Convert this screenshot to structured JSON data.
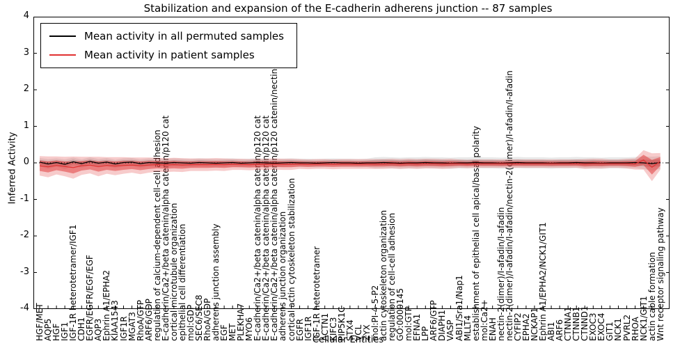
{
  "title": "Stabilization and expansion of the E-cadherin adherens junction -- 87 samples",
  "axes": {
    "xlabel": "Cellular Entities",
    "ylabel": "Inferred Activity",
    "yticks": [
      4,
      3,
      2,
      1,
      0,
      -1,
      -2,
      -3,
      -4
    ],
    "ylim": [
      -4,
      4
    ],
    "zero_line": "dotted"
  },
  "legend": {
    "items": [
      {
        "label": "Mean activity in all permuted samples",
        "color": "#000000"
      },
      {
        "label": "Mean activity in patient samples",
        "color": "#e03131"
      }
    ]
  },
  "chart_data": {
    "type": "line",
    "title": "Stabilization and expansion of the E-cadherin adherens junction -- 87 samples",
    "xlabel": "Cellular Entities",
    "ylabel": "Inferred Activity",
    "ylim": [
      -4,
      4
    ],
    "grid": false,
    "legend_position": "upper left",
    "x_categories": [
      "HGF/MET",
      "AQP5",
      "HGF",
      "IGF1",
      "IGF-1R heterotetramer/IGF1",
      "CDH1",
      "EGFR/EGFR/EGF/EGF",
      "AQP3",
      "Ephrin A1/EPHA2",
      "KIAA1543",
      "IGF1R",
      "MGAT3",
      "RhoA/GTP",
      "ARF6/GDP",
      "regulation of calcium-dependent cell-cell adhesion",
      "E-cadherin/Ca2+/beta catenin/alpha catenin/p120 cat",
      "cortical microtubule organization",
      "epithelial cell differentiation",
      "mol:GDP",
      "SEC6/SEC8",
      "RhoA/GDP",
      "adherens junction assembly",
      "EGF",
      "MET",
      "PLEKHA7",
      "MYO6",
      "E-cadherin/Ca2+/beta catenin/alpha catenin/p120 cat",
      "E-cadherin/Ca2+/beta catenin/alpha catenin/p120 cat",
      "E-cadherin/Ca2+/beta catenin/alpha catenin/p120 catenin/nectin-2",
      "adherens junction organization",
      "cortical actin cytoskeleton stabilization",
      "EGFR",
      "IGF1R",
      "IGF-1R heterotetramer",
      "ACTN1",
      "KIFC3",
      "PIP5K1C",
      "STX4",
      "VCL",
      "ZYX",
      "mol:PI-4-5-P2",
      "actin cytoskeleton organization",
      "regulation of cell-cell adhesion",
      "GO:0000145",
      "mol:GTP",
      "EFNA1",
      "LPP",
      "ARF6/GTP",
      "DIAPH1",
      "VASP",
      "ABI1/Sra1/Nap1",
      "MLLT4",
      "establishment of epithelial cell apical/basal polarity",
      "mol:Ca2+",
      "ENAH",
      "nectin-2(dimer)/I-afadin/I-afadin",
      "nectin-2(dimer)/I-afadin/I-afadin/nectin-2(dimer)/I-afadin/I-afadin",
      "CYFIP2",
      "EPHA2",
      "NCKAP1",
      "Ephrin A1/EPHA2/NCK1/GIT1",
      "ABI1",
      "ARF6",
      "CTNNA1",
      "CTNNB1",
      "CTNND1",
      "EXOC3",
      "EXOC4",
      "GIT1",
      "NCK1",
      "PVRL2",
      "RHOA",
      "NCK1/GIT1",
      "actin cable formation",
      "Wnt receptor signaling pathway"
    ],
    "series": [
      {
        "name": "Mean activity in all permuted samples",
        "color": "#000000",
        "band_fill_inner": "rgba(130,130,130,0.35)",
        "band_fill_outer": "rgba(130,130,130,0.18)",
        "values": [
          0.02,
          -0.03,
          0.01,
          -0.04,
          0.03,
          -0.02,
          0.04,
          -0.01,
          0.02,
          -0.03,
          0.01,
          0.02,
          -0.02,
          0.01,
          0.0,
          -0.01,
          0.01,
          0.0,
          -0.01,
          0.01,
          0.0,
          -0.01,
          0.0,
          0.01,
          -0.01,
          0.0,
          0.01,
          0.0,
          -0.01,
          0.0,
          0.01,
          0.0,
          0.0,
          -0.01,
          0.0,
          0.01,
          0.0,
          0.0,
          -0.01,
          0.0,
          0.0,
          0.01,
          0.0,
          -0.01,
          0.0,
          0.0,
          0.01,
          0.0,
          0.0,
          -0.01,
          0.0,
          0.0,
          0.01,
          0.0,
          0.0,
          -0.01,
          0.0,
          0.01,
          0.0,
          0.0,
          0.0,
          -0.01,
          0.0,
          0.0,
          0.01,
          0.0,
          0.0,
          -0.01,
          0.0,
          0.0,
          0.0,
          0.01,
          0.0,
          -0.02,
          0.01
        ],
        "std": [
          0.06,
          0.07,
          0.06,
          0.07,
          0.06,
          0.06,
          0.06,
          0.06,
          0.06,
          0.06,
          0.06,
          0.06,
          0.06,
          0.06,
          0.06,
          0.06,
          0.06,
          0.06,
          0.06,
          0.06,
          0.06,
          0.06,
          0.06,
          0.06,
          0.06,
          0.06,
          0.06,
          0.06,
          0.06,
          0.06,
          0.06,
          0.06,
          0.06,
          0.06,
          0.06,
          0.06,
          0.06,
          0.06,
          0.06,
          0.06,
          0.08,
          0.08,
          0.08,
          0.08,
          0.08,
          0.08,
          0.08,
          0.08,
          0.08,
          0.08,
          0.08,
          0.08,
          0.08,
          0.08,
          0.08,
          0.08,
          0.08,
          0.08,
          0.08,
          0.08,
          0.08,
          0.08,
          0.08,
          0.08,
          0.08,
          0.08,
          0.08,
          0.08,
          0.08,
          0.08,
          0.08,
          0.08,
          0.09,
          0.1,
          0.09
        ]
      },
      {
        "name": "Mean activity in patient samples",
        "color": "#e03131",
        "band_fill_inner": "rgba(224,49,49,0.50)",
        "band_fill_outer": "rgba(224,49,49,0.25)",
        "values": [
          -0.08,
          -0.11,
          -0.07,
          -0.1,
          -0.13,
          -0.08,
          -0.06,
          -0.1,
          -0.07,
          -0.09,
          -0.07,
          -0.06,
          -0.08,
          -0.06,
          -0.05,
          -0.06,
          -0.05,
          -0.06,
          -0.05,
          -0.05,
          -0.05,
          -0.04,
          -0.05,
          -0.04,
          -0.04,
          -0.05,
          -0.04,
          -0.04,
          -0.03,
          -0.04,
          -0.04,
          -0.03,
          -0.04,
          -0.03,
          -0.03,
          -0.04,
          -0.03,
          -0.03,
          -0.03,
          -0.03,
          -0.03,
          -0.03,
          -0.02,
          -0.03,
          -0.02,
          -0.03,
          -0.02,
          -0.02,
          -0.03,
          -0.02,
          -0.02,
          -0.03,
          -0.02,
          -0.02,
          -0.02,
          -0.02,
          -0.02,
          -0.02,
          -0.02,
          -0.02,
          -0.02,
          -0.02,
          -0.02,
          -0.02,
          -0.02,
          -0.03,
          -0.02,
          -0.02,
          -0.02,
          -0.02,
          -0.02,
          -0.03,
          0.08,
          -0.12,
          0.04
        ],
        "std": [
          0.14,
          0.15,
          0.13,
          0.14,
          0.16,
          0.13,
          0.12,
          0.14,
          0.12,
          0.13,
          0.12,
          0.11,
          0.12,
          0.11,
          0.1,
          0.1,
          0.1,
          0.1,
          0.09,
          0.09,
          0.09,
          0.09,
          0.09,
          0.08,
          0.08,
          0.08,
          0.08,
          0.08,
          0.08,
          0.08,
          0.08,
          0.07,
          0.07,
          0.07,
          0.07,
          0.07,
          0.07,
          0.07,
          0.07,
          0.07,
          0.07,
          0.07,
          0.07,
          0.07,
          0.07,
          0.07,
          0.07,
          0.07,
          0.07,
          0.07,
          0.06,
          0.06,
          0.06,
          0.06,
          0.06,
          0.06,
          0.06,
          0.06,
          0.06,
          0.06,
          0.06,
          0.06,
          0.06,
          0.06,
          0.06,
          0.07,
          0.07,
          0.07,
          0.06,
          0.06,
          0.07,
          0.08,
          0.14,
          0.2,
          0.12
        ]
      }
    ]
  }
}
